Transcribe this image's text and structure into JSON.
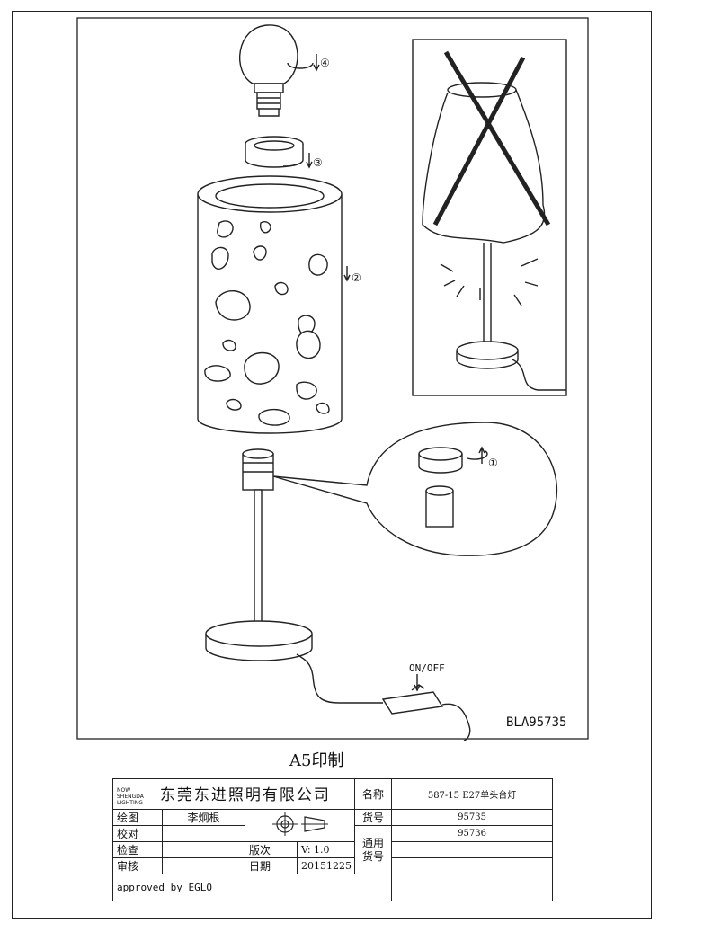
{
  "drawing": {
    "step_labels": [
      "④",
      "③",
      "②",
      "①"
    ],
    "switch_label": "ON/OFF",
    "model_code": "BLA95735",
    "print_size": "A5印制"
  },
  "title_block": {
    "logo_text": "NOW SHENGDA LIGHTING",
    "company": "东莞东进照明有限公司",
    "name_label": "名称",
    "name_value": "587-15 E27单头台灯",
    "drawn_label": "绘图",
    "drawn_by": "李炯根",
    "item_no_label": "货号",
    "item_no": "95735",
    "checked_label": "校对",
    "generic_label": "通用货号",
    "generic_no": "95736",
    "review_label": "检查",
    "version_label": "版次",
    "version": "V: 1.0",
    "approve_label": "审核",
    "date_label": "日期",
    "date": "20151225",
    "approved": "approved by EGLO"
  }
}
